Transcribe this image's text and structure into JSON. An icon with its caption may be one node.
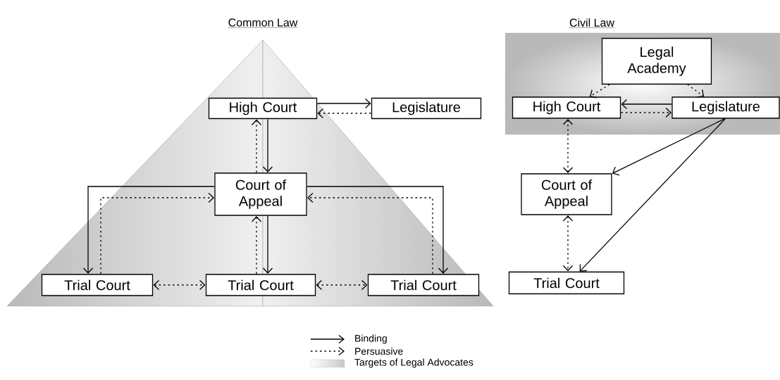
{
  "diagram": {
    "nodes": [
      {
        "text": [
          "High Court"
        ]
      },
      {
        "text": [
          "Legislature"
        ]
      },
      {
        "text": [
          "Court of Appeal"
        ]
      },
      {
        "text": [
          "Trial Court"
        ]
      },
      {
        "text": [
          "Trial Court"
        ]
      },
      {
        "text": [
          "Trial Court"
        ]
      },
      {
        "text": [
          "Legal Academy"
        ]
      },
      {
        "text": [
          "High Court"
        ]
      },
      {
        "text": [
          "Legislature"
        ]
      },
      {
        "text": [
          "Court of Appeal"
        ]
      },
      {
        "text": [
          "Trial Court"
        ]
      }
    ],
    "edges": [
      {
        "from": 0,
        "to": 1,
        "arrow": "to"
      },
      {
        "from": 1,
        "to": 0,
        "arrow": "to",
        "style": "dashed"
      },
      {
        "from": 0,
        "to": 2,
        "arrow": "to"
      },
      {
        "from": 2,
        "to": 0,
        "arrow": "to",
        "style": "dashed"
      },
      {
        "from": 2,
        "to": 3,
        "arrow": "to"
      },
      {
        "from": 3,
        "to": 2,
        "arrow": "to",
        "style": "dashed"
      },
      {
        "from": 2,
        "to": 5,
        "arrow": "to"
      },
      {
        "from": 5,
        "to": 2,
        "arrow": "to",
        "style": "dashed"
      },
      {
        "from": 2,
        "to": 4,
        "arrow": "to"
      },
      {
        "from": 4,
        "to": 2,
        "arrow": "to",
        "style": "dashed"
      },
      {
        "from": 3,
        "to": 4,
        "arrow": "both",
        "style": "dashed"
      },
      {
        "from": 4,
        "to": 5,
        "arrow": "both",
        "style": "dashed"
      },
      {
        "from": 6,
        "to": 7,
        "arrow": "to",
        "style": "dashed"
      },
      {
        "from": 6,
        "to": 8,
        "arrow": "to",
        "style": "dashed"
      },
      {
        "from": 8,
        "to": 7,
        "arrow": "to"
      },
      {
        "from": 7,
        "to": 8,
        "arrow": "to",
        "style": "dashed"
      },
      {
        "from": 7,
        "to": 9,
        "arrow": "both",
        "style": "dashed"
      },
      {
        "from": 9,
        "to": 10,
        "arrow": "both",
        "style": "dashed"
      },
      {
        "from": 8,
        "to": 9,
        "arrow": "to"
      },
      {
        "from": 8,
        "to": 10,
        "arrow": "to"
      }
    ],
    "labels": [
      "Common Law",
      "Civil Law"
    ],
    "legend": [
      {
        "text": "Binding"
      },
      {
        "text": "Persuasive"
      },
      {
        "text": "Targets of Legal Advocates",
        "color": "#c8c8c8"
      }
    ]
  }
}
